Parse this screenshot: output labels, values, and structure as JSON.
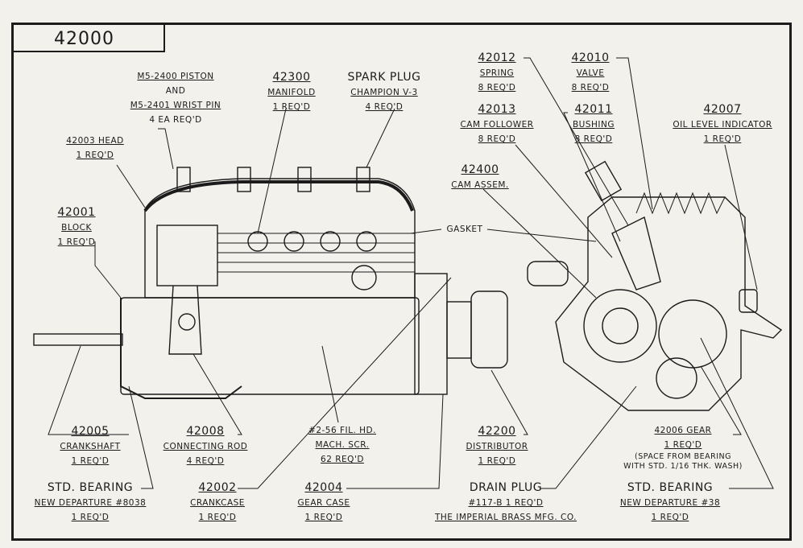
{
  "title": "42000",
  "labels": {
    "piston": {
      "l1": "M5-2400 PISTON",
      "l2": "AND",
      "l3": "M5-2401 WRIST PIN",
      "l4": "4 EA REQ'D"
    },
    "head": {
      "num": "42003 HEAD",
      "qty": "1 REQ'D"
    },
    "manifold": {
      "num": "42300",
      "name": "MANIFOLD",
      "qty": "1 REQ'D"
    },
    "spark_plug": {
      "name": "SPARK PLUG",
      "spec": "CHAMPION V-3",
      "qty": "4 REQ'D"
    },
    "block": {
      "num": "42001",
      "name": "BLOCK",
      "qty": "1 REQ'D"
    },
    "spring": {
      "num": "42012",
      "name": "SPRING",
      "qty": "8 REQ'D"
    },
    "valve": {
      "num": "42010",
      "name": "VALVE",
      "qty": "8 REQ'D"
    },
    "cam_follower": {
      "num": "42013",
      "name": "CAM FOLLOWER",
      "qty": "8 REQ'D"
    },
    "bushing": {
      "num": "42011",
      "name": "BUSHING",
      "qty": "8 REQ'D"
    },
    "oil_level": {
      "num": "42007",
      "name": "OIL LEVEL INDICATOR",
      "qty": "1 REQ'D"
    },
    "cam_assem": {
      "num": "42400",
      "name": "CAM ASSEM."
    },
    "gasket": {
      "name": "GASKET"
    },
    "crankshaft": {
      "num": "42005",
      "name": "CRANKSHAFT",
      "qty": "1 REQ'D"
    },
    "connecting_rod": {
      "num": "42008",
      "name": "CONNECTING ROD",
      "qty": "4 REQ'D"
    },
    "screw": {
      "l1": "#2-56 FIL. HD.",
      "l2": "MACH. SCR.",
      "qty": "62 REQ'D"
    },
    "distributor": {
      "num": "42200",
      "name": "DISTRIBUTOR",
      "qty": "1 REQ'D"
    },
    "gear": {
      "num": "42006 GEAR",
      "qty": "1 REQ'D",
      "note1": "(SPACE FROM BEARING",
      "note2": "WITH STD. 1/16 THK. WASH)"
    },
    "bearing_left": {
      "name": "STD. BEARING",
      "spec": "NEW DEPARTURE #8038",
      "qty": "1 REQ'D"
    },
    "crankcase": {
      "num": "42002",
      "name": "CRANKCASE",
      "qty": "1 REQ'D"
    },
    "gear_case": {
      "num": "42004",
      "name": "GEAR CASE",
      "qty": "1 REQ'D"
    },
    "drain_plug": {
      "name": "DRAIN PLUG",
      "spec": "#117-B   1 REQ'D",
      "maker": "THE IMPERIAL BRASS MFG. CO."
    },
    "bearing_right": {
      "name": "STD. BEARING",
      "spec": "NEW DEPARTURE #38",
      "qty": "1 REQ'D"
    }
  }
}
